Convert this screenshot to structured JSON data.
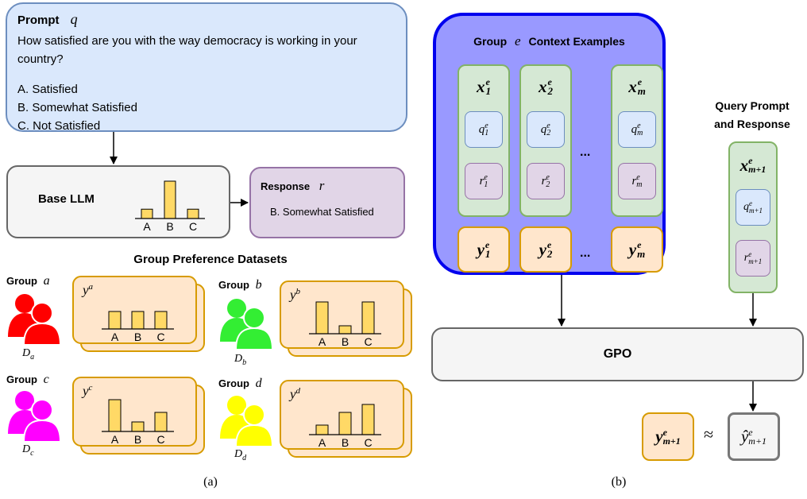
{
  "panel_a": {
    "caption": "(a)",
    "prompt": {
      "label": "Prompt",
      "symbol": "q",
      "question": "How satisfied are you with the way democracy is working in your country?",
      "options": [
        "A. Satisfied",
        "B. Somewhat Satisfied",
        "C. Not Satisfied"
      ]
    },
    "base_llm": {
      "label": "Base LLM",
      "chart_categories": [
        "A",
        "B",
        "C"
      ],
      "chart_values": [
        0.25,
        1.0,
        0.25
      ]
    },
    "response": {
      "label": "Response",
      "symbol": "r",
      "text": "B. Somewhat Satisfied"
    },
    "datasets_title": "Group Preference Datasets",
    "groups": [
      {
        "label": "Group",
        "symbol": "a",
        "dataset": "D",
        "dataset_sub": "a",
        "y": "y",
        "y_sup": "a",
        "color": "#ff0000",
        "categories": [
          "A",
          "B",
          "C"
        ],
        "values": [
          0.55,
          0.55,
          0.55
        ]
      },
      {
        "label": "Group",
        "symbol": "b",
        "dataset": "D",
        "dataset_sub": "b",
        "y": "y",
        "y_sup": "b",
        "color": "#33ee33",
        "categories": [
          "A",
          "B",
          "C"
        ],
        "values": [
          1.0,
          0.25,
          1.0
        ]
      },
      {
        "label": "Group",
        "symbol": "c",
        "dataset": "D",
        "dataset_sub": "c",
        "y": "y",
        "y_sup": "c",
        "color": "#ff00ff",
        "categories": [
          "A",
          "B",
          "C"
        ],
        "values": [
          1.0,
          0.3,
          0.6
        ]
      },
      {
        "label": "Group",
        "symbol": "d",
        "dataset": "D",
        "dataset_sub": "d",
        "y": "y",
        "y_sup": "d",
        "color": "#ffff00",
        "categories": [
          "A",
          "B",
          "C"
        ],
        "values": [
          0.3,
          0.7,
          0.95
        ]
      }
    ]
  },
  "panel_b": {
    "caption": "(b)",
    "group_title_prefix": "Group",
    "group_symbol": "e",
    "group_title_suffix": "Context Examples",
    "ellipsis": "...",
    "context_columns": [
      {
        "x": "x",
        "sub": "1",
        "sup": "e",
        "q": "q",
        "r": "r",
        "y": "y"
      },
      {
        "x": "x",
        "sub": "2",
        "sup": "e",
        "q": "q",
        "r": "r",
        "y": "y"
      },
      {
        "x": "x",
        "sub": "m",
        "sup": "e",
        "q": "q",
        "r": "r",
        "y": "y"
      }
    ],
    "query_title_line1": "Query Prompt",
    "query_title_line2": "and Response",
    "query": {
      "x": "x",
      "sub": "m+1",
      "sup": "e",
      "q": "q",
      "r": "r"
    },
    "gpo_label": "GPO",
    "output": {
      "y": "y",
      "sub": "m+1",
      "sup": "e",
      "approx": "≈",
      "yhat": "ŷ"
    }
  }
}
